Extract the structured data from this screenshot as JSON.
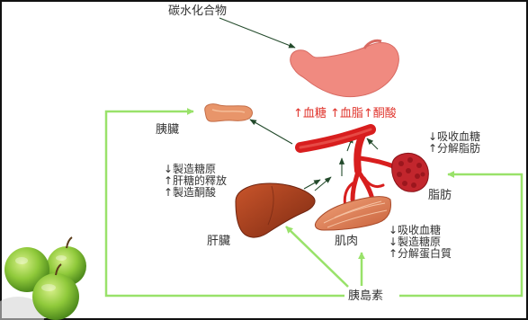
{
  "carbohydrate": "碳水化合物",
  "pancreas": "胰臟",
  "blood_effect": "↑血糖 ↑血脂↑酮酸",
  "liver_effects": [
    "↓製造糖原",
    "↑肝糖的釋放",
    "↑製造酮酸"
  ],
  "liver": "肝臟",
  "fat_effects": [
    "↓吸收血糖",
    "↑分解脂肪"
  ],
  "fat": "脂肪",
  "muscle": "肌肉",
  "muscle_effects": [
    "↓吸收血糖",
    "↓製造糖原",
    "↑分解蛋白質"
  ],
  "insulin": "胰島素",
  "colors": {
    "arrow_green": "#99e26a",
    "arrow_dark": "#234a2b",
    "stomach": "#f08a80",
    "vessel": "#d81e1e",
    "liver": "#a4391a",
    "pancreas": "#e8956a",
    "fat": "#c2262d",
    "muscle": "#e1865a",
    "red_text": "#e0342c"
  },
  "icons": [
    "apples-image",
    "stomach-image",
    "pancreas-image",
    "blood-vessel-image",
    "liver-image",
    "fat-tissue-image",
    "muscle-image"
  ]
}
